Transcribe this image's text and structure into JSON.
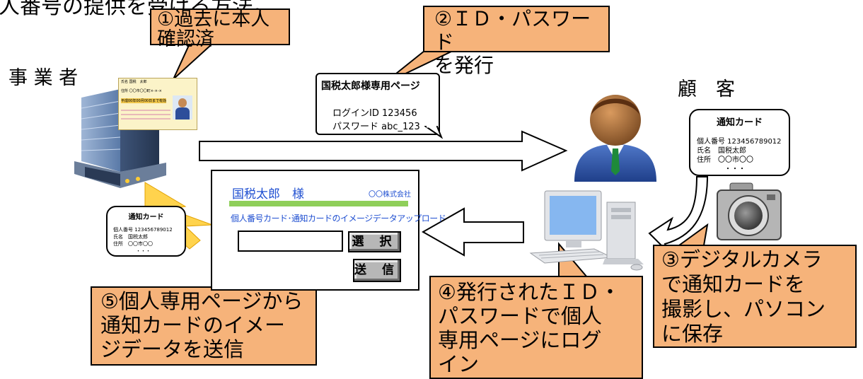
{
  "top_line": "人番号の提供を受ける方法。",
  "labels": {
    "business": "事 業 者",
    "customer": "顧　客"
  },
  "callouts": {
    "c1": "①過去に本人\n確認済",
    "c2": "②ＩＤ・パスワード\nを発行",
    "c3": "③デジタルカメラ\nで通知カードを\n撮影し、パソコン\nに保存",
    "c4": "④発行されたＩＤ・\nパスワードで個人\n専用ページにログ\nイン",
    "c5": "⑤個人専用ページから\n通知カードのイメー\nジデータを送信"
  },
  "login_note": {
    "title": "国税太郎様専用ページ",
    "id_line": "ログインID 123456",
    "pw_line": "パスワード abc_123"
  },
  "notice_card_right": {
    "title": "通知カード",
    "line1": "個人番号 123456789012",
    "line2": "氏名　国税太郎",
    "line3": "住所　〇〇市〇〇",
    "line4": "・・・"
  },
  "notice_card_left": {
    "title": "通知カード",
    "line1": "個人番号 123456789012",
    "line2": "氏名　国税太郎",
    "line3": "住所　〇〇市〇〇",
    "line4": "・・・"
  },
  "webpage": {
    "name": "国税太郎　様",
    "company": "〇〇株式会社",
    "upload_title": "個人番号カード･通知カードのイメージデータアップロード",
    "select_button": "選 択",
    "send_button": "送 信"
  },
  "id_card": {
    "header": "氏名 国税　太郎",
    "address": "住所 〇〇市〇〇町×-×-×",
    "expiry": "平成00年00月00日まで有効"
  },
  "colors": {
    "callout": "#f6b37a",
    "webpage_bar": "#8fcf5a",
    "webpage_text": "#1f4fd1",
    "lightning": "#ffd34d"
  }
}
